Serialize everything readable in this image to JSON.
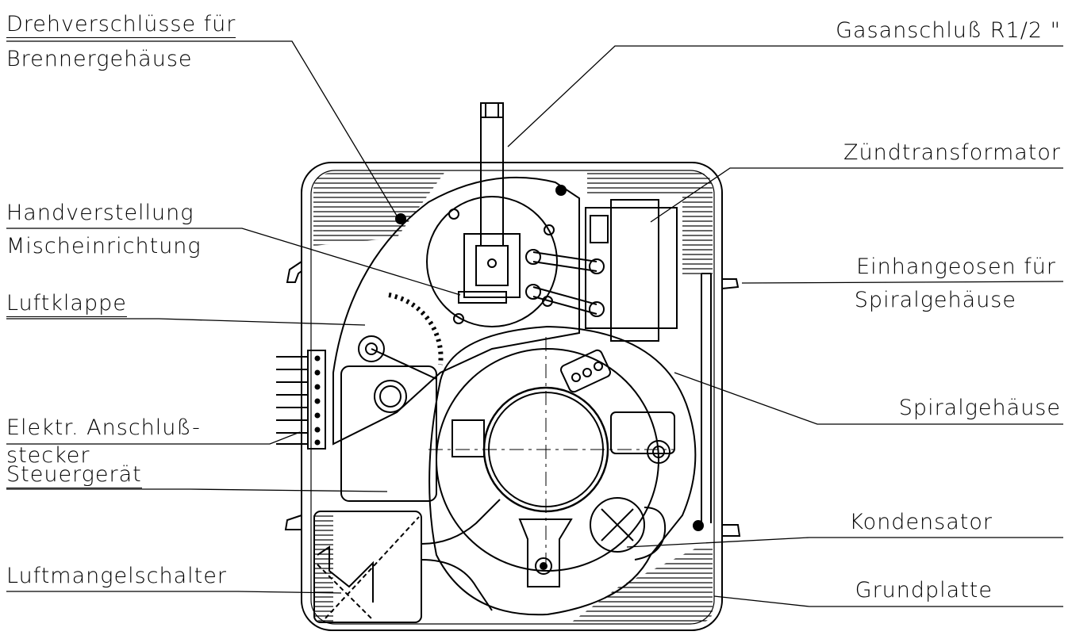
{
  "labels": {
    "drehverschluesse_line1": "Drehverschlüsse für",
    "drehverschluesse_line2": "Brennergehäuse",
    "handverstellung_line1": "Handverstellung",
    "handverstellung_line2": "Mischeinrichtung",
    "luftklappe": "Luftklappe",
    "elektr_line1": "Elektr. Anschluß-",
    "elektr_line2": "stecker",
    "steuergeraet": "Steuergerät",
    "luftmangelschalter": "Luftmangelschalter",
    "gasanschluss": "Gasanschluß R1/2 \"",
    "zuendtransformator": "Zündtransformator",
    "einhangeosen_line1": "Einhangeosen für",
    "einhangeosen_line2": "Spiralgehäuse",
    "spiralgehaeuse": "Spiralgehäuse",
    "kondensator": "Kondensator",
    "grundplatte": "Grundplatte"
  },
  "colors": {
    "ink": "#000000",
    "paper": "#ffffff"
  }
}
